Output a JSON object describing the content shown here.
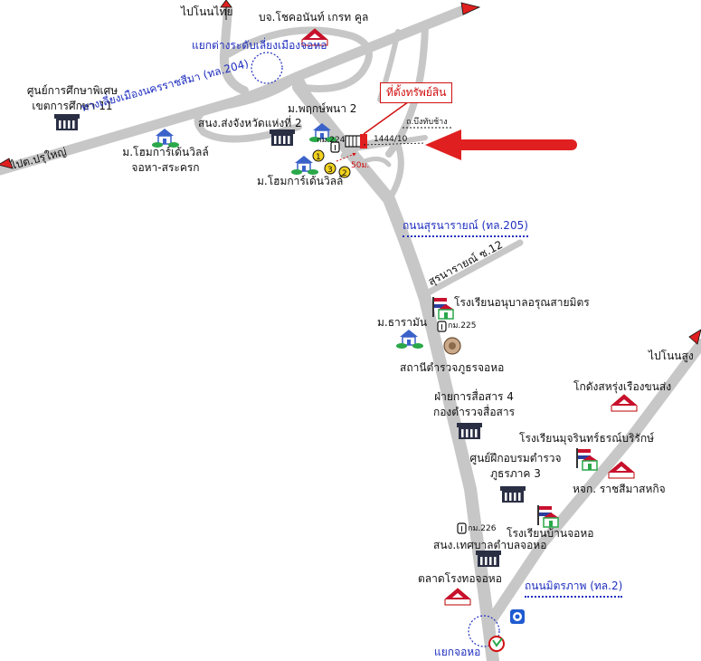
{
  "colors": {
    "road": "#c7c7c7",
    "route_text": "#1f2fbf",
    "pointer": "#e02020",
    "building": "#2a2f44",
    "school_roof": "#c8102e",
    "house": "#2aa84a"
  },
  "places": {
    "to_non_thai": "ไปโนนไทย",
    "chokanan": "บจ.โชคอนันท์ เกรท คูล",
    "interchange": "แยกต่างระดับเลี่ยงเมืองจอหอ",
    "special_edu": "ศูนย์การศึกษาพิเศษ",
    "special_edu_2": "เขตการศึกษา 11",
    "bypass_road": "ทางเลี่ยงเมืองนครราชสีมา (ทล.204)",
    "to_pak_thong_chai": "ไปต.ปรุใหญ่",
    "phruksa": "ม.พฤกษ์พนา 2",
    "water_dept": "สนง.ส่งจังหวัดแห่งที่ 2",
    "home_garden_1": "ม.โฮมการ์เด้นวิลล์",
    "home_garden_1b": "จอหา-สระครก",
    "km224": "กม.224",
    "home_garden_2": "ม.โฮมการ์เด้นวิลล์",
    "property_label": "ที่ตั้งทรัพย์สิน",
    "soi_label": "ถ.บึงทับช้าง",
    "plot_number": "1444/10",
    "distance": "50ม.",
    "surnarai_road": "ถนนสุรนารายณ์ (ทล.205)",
    "surnarai_soi": "สุรนารายณ์ ซ.12",
    "arun_school": "โรงเรียนอนุบาลอรุณสายมิตร",
    "km225": "กม.225",
    "tharaman": "ม.ธารามัน",
    "police_station": "สถานีตำรวจภูธรจอหอ",
    "to_non_sung": "ไปโนนสูง",
    "comm_div": "ฝ่ายการสื่อสาร 4",
    "comm_div_2": "กองตำรวจสื่อสาร",
    "warehouse": "โกดังสหรุ่งเรืองขนส่ง",
    "mujarin_school": "โรงเรียนมุจรินทร์ธรณ์บริรักษ์",
    "police_training": "ศูนย์ฝึกอบรมตำรวจ",
    "police_training_2": "ภูธรภาค 3",
    "ratchasima_shop": "หจก. ราชสีมาสหกิจ",
    "km226": "กม.226",
    "bj_school": "โรงเรียนบ้านจอหอ",
    "municipal": "สนง.เทศบาลตำบลจอหอ",
    "market": "ตลาดโรงทอจอหอ",
    "mittraphap_road": "ถนนมิตรภาพ (ทล.2)",
    "jor_hor_junction": "แยกจอหอ"
  },
  "icons": {
    "arrow": "arrow-right-icon",
    "building": "building-icon",
    "school": "school-flag-icon",
    "house": "house-icon",
    "km": "km-post-icon",
    "police": "police-seal-icon",
    "warehouse": "warehouse-roof-icon",
    "pointer": "big-red-arrow-icon",
    "gas": "gas-station-icon",
    "ptt": "ptt-logo-icon"
  }
}
